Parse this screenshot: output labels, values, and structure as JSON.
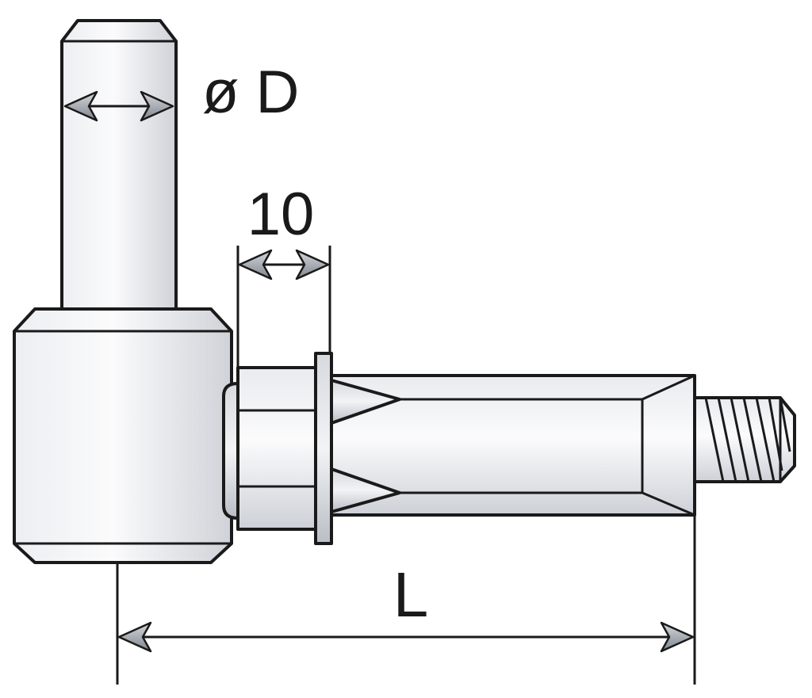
{
  "diagram": {
    "dimension_diameter": "ø D",
    "dimension_collar": "10",
    "dimension_length": "L",
    "colors": {
      "stroke": "#1a1a1a",
      "metal_light": "#ffffff",
      "metal_mid": "#e4e6ea",
      "metal_dark": "#c4c8cf",
      "arrow_fill": "#9aa0a8"
    }
  }
}
